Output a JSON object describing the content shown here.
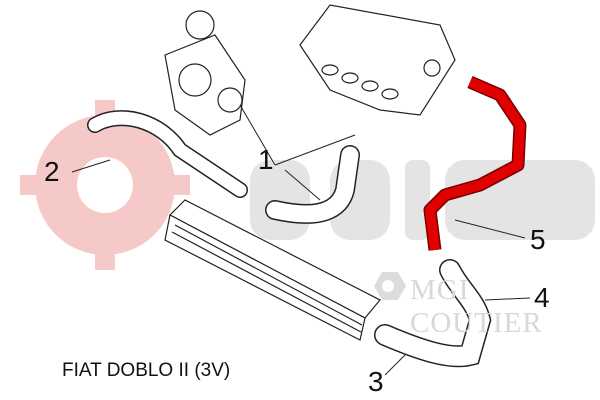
{
  "title": "FIAT DOBLO II (3V)",
  "callouts": [
    "1",
    "2",
    "3",
    "4",
    "5"
  ],
  "watermarks": {
    "brand_logo": "seim",
    "partner_logo": "MGI COUTIER"
  },
  "colors": {
    "highlight_part": "#e00000",
    "logo_red": "#f4c6c6",
    "watermark_gray": "#e2e2e2"
  }
}
